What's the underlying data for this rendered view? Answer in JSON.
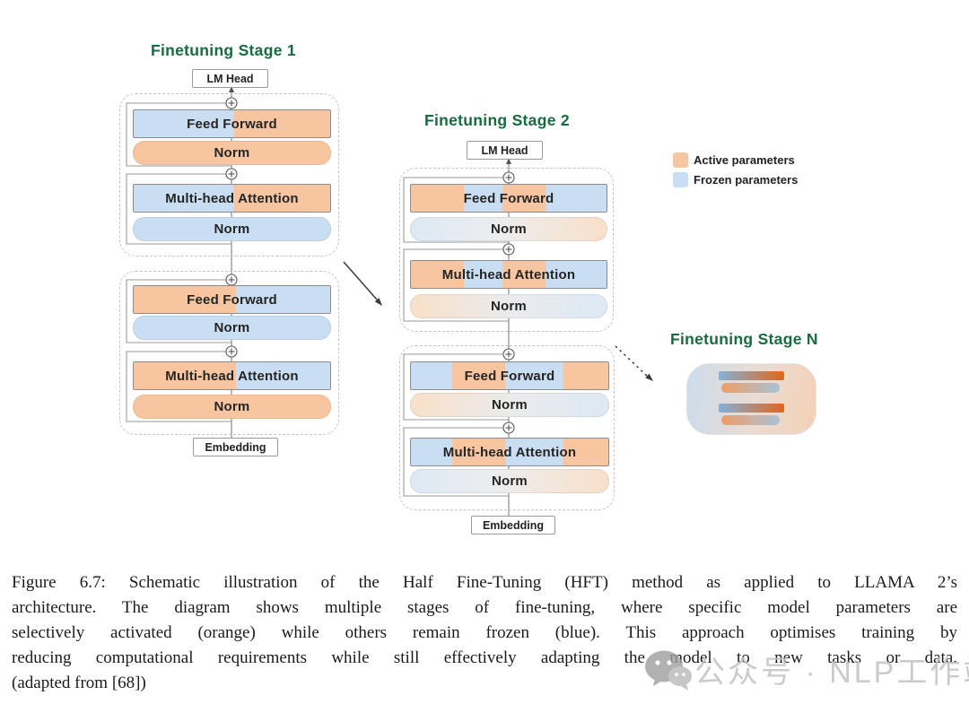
{
  "colors": {
    "active": "#f7c6a0",
    "frozen": "#c9def2",
    "active_strong": "#e0661c",
    "frozen_strong": "#85b1d8",
    "heading_green": "#186a41"
  },
  "stages": {
    "stage1_title": "Finetuning Stage 1",
    "stage2_title": "Finetuning Stage 2",
    "stageN_title": "Finetuning Stage N"
  },
  "labels": {
    "lm_head": "LM Head",
    "embedding": "Embedding",
    "feed_forward": "Feed Forward",
    "norm": "Norm",
    "attention": "Multi-head Attention"
  },
  "legend": {
    "active_label": "Active parameters",
    "frozen_label": "Frozen parameters"
  },
  "caption": {
    "lines": [
      "Figure 6.7:  Schematic illustration of the Half Fine-Tuning (HFT) method as applied to LLAMA 2’s",
      "architecture.  The diagram shows multiple stages of fine-tuning, where specific model parameters are",
      "selectively activated (orange) while others remain frozen (blue).  This approach optimises training by",
      "reducing computational requirements while still effectively adapting the model to new tasks or data.",
      "(adapted from [68])"
    ]
  },
  "watermark": {
    "text": "公众号 · NLP工作站"
  }
}
